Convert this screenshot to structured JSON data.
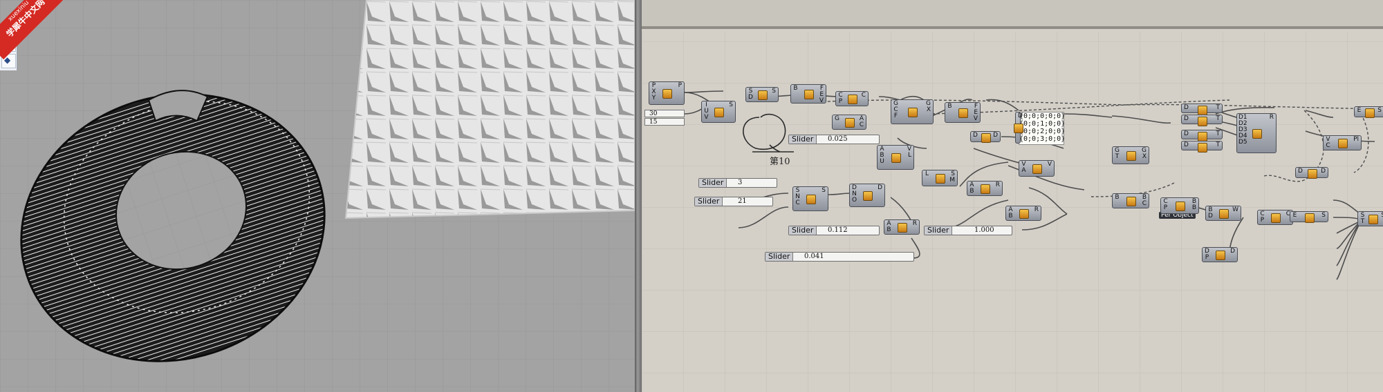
{
  "watermark": {
    "line1": "xuexiniu",
    "line2": "学犀牛中文网"
  },
  "toolbar": {
    "icon1": "arrow-right-icon",
    "icon2": "rhino-icon"
  },
  "viewport": {
    "description_colors": {
      "background": "#a2a2a2",
      "grid": "#8c8c8c",
      "panel": "#d9d9d9"
    }
  },
  "canvas": {
    "handwritten_note": "第10",
    "sliders": [
      {
        "label": "Slider",
        "value": "0.025"
      },
      {
        "label": "Slider",
        "value": "3"
      },
      {
        "label": "Slider",
        "value": "21"
      },
      {
        "label": "Slider",
        "value": "0.112"
      },
      {
        "label": "Slider",
        "value": "1.000"
      },
      {
        "label": "Slider",
        "value": "0.041"
      }
    ],
    "numbers": [
      "30",
      "15"
    ],
    "panel_lines": [
      "{0;0;0;0;0}",
      "{0;0;1;0;0}",
      "{0;0;2;0;0}",
      "{0;0;3;0;0}"
    ],
    "per_object_tag": "Per Object",
    "nodes": [
      {
        "id": "pt",
        "ins": "P\nX\nY",
        "outs": "P"
      },
      {
        "id": "uv",
        "ins": "I\nU\nV",
        "outs": "S"
      },
      {
        "id": "srf1",
        "ins": "S\nD",
        "outs": "S"
      },
      {
        "id": "brep1",
        "ins": "B",
        "outs": "F\nE\nV"
      },
      {
        "id": "cp1",
        "ins": "C\nP",
        "outs": "C"
      },
      {
        "id": "ga",
        "ins": "G",
        "outs": "A\nC"
      },
      {
        "id": "gcf",
        "ins": "G\nC\nF",
        "outs": "G\nX"
      },
      {
        "id": "brep2",
        "ins": "B",
        "outs": "F\nE\nV"
      },
      {
        "id": "dd1",
        "ins": "D",
        "outs": "D"
      },
      {
        "id": "tree",
        "ins": "D",
        "outs": ""
      },
      {
        "id": "gtx",
        "ins": "G\nT",
        "outs": "G\nX"
      },
      {
        "id": "dt1",
        "ins": "D",
        "outs": "T"
      },
      {
        "id": "dt2",
        "ins": "D",
        "outs": "T"
      },
      {
        "id": "dt3",
        "ins": "D",
        "outs": "T"
      },
      {
        "id": "dt4",
        "ins": "D",
        "outs": "T"
      },
      {
        "id": "d5r",
        "ins": "D1\nD2\nD3\nD4\nD5",
        "outs": "R"
      },
      {
        "id": "es1",
        "ins": "E",
        "outs": "S"
      },
      {
        "id": "vcpl",
        "ins": "V\nC",
        "outs": "Pl"
      },
      {
        "id": "dd2",
        "ins": "D",
        "outs": "D"
      },
      {
        "id": "abu",
        "ins": "A\nB\nU",
        "outs": "V\nL"
      },
      {
        "id": "vav",
        "ins": "V\nA",
        "outs": "V"
      },
      {
        "id": "lsm",
        "ins": "L",
        "outs": "S\nM"
      },
      {
        "id": "abr1",
        "ins": "A\nB",
        "outs": "R"
      },
      {
        "id": "abr2",
        "ins": "A\nB",
        "outs": "R"
      },
      {
        "id": "abr3",
        "ins": "A\nB",
        "outs": "R"
      },
      {
        "id": "snc",
        "ins": "S\nN\nC",
        "outs": "S"
      },
      {
        "id": "dno",
        "ins": "D\nN\nO",
        "outs": "D"
      },
      {
        "id": "bbc",
        "ins": "B",
        "outs": "B\nC"
      },
      {
        "id": "cpb",
        "ins": "C\nP",
        "outs": "B\nB"
      },
      {
        "id": "bdw",
        "ins": "B\nD",
        "outs": "W"
      },
      {
        "id": "cpc",
        "ins": "C\nP",
        "outs": "C"
      },
      {
        "id": "es2",
        "ins": "E",
        "outs": "S"
      },
      {
        "id": "stS",
        "ins": "S\nT",
        "outs": "S"
      },
      {
        "id": "dpd",
        "ins": "D\nP",
        "outs": "D"
      }
    ]
  }
}
